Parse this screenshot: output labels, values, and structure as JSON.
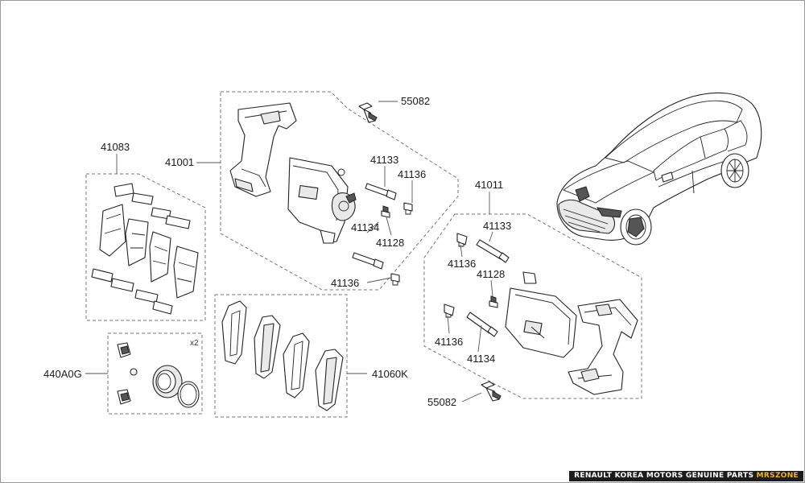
{
  "labels": {
    "p55082_top": "55082",
    "p41001": "41001",
    "p41133_left": "41133",
    "p41136_left_a": "41136",
    "p41134_left": "41134",
    "p41128_left": "41128",
    "p41136_left_b": "41136",
    "p41083": "41083",
    "p41011": "41011",
    "p41133_right": "41133",
    "p41136_right_a": "41136",
    "p41128_right": "41128",
    "p41136_right_b": "41136",
    "p41134_right": "41134",
    "p55082_bottom": "55082",
    "p440A0G": "440A0G",
    "p41060K": "41060K",
    "qty_x2": "x2"
  },
  "footer": {
    "text": "RENAULT KOREA MOTORS GENUINE PARTS ",
    "brand": "MRSZONE",
    "accent_color": "#f2b51c"
  }
}
